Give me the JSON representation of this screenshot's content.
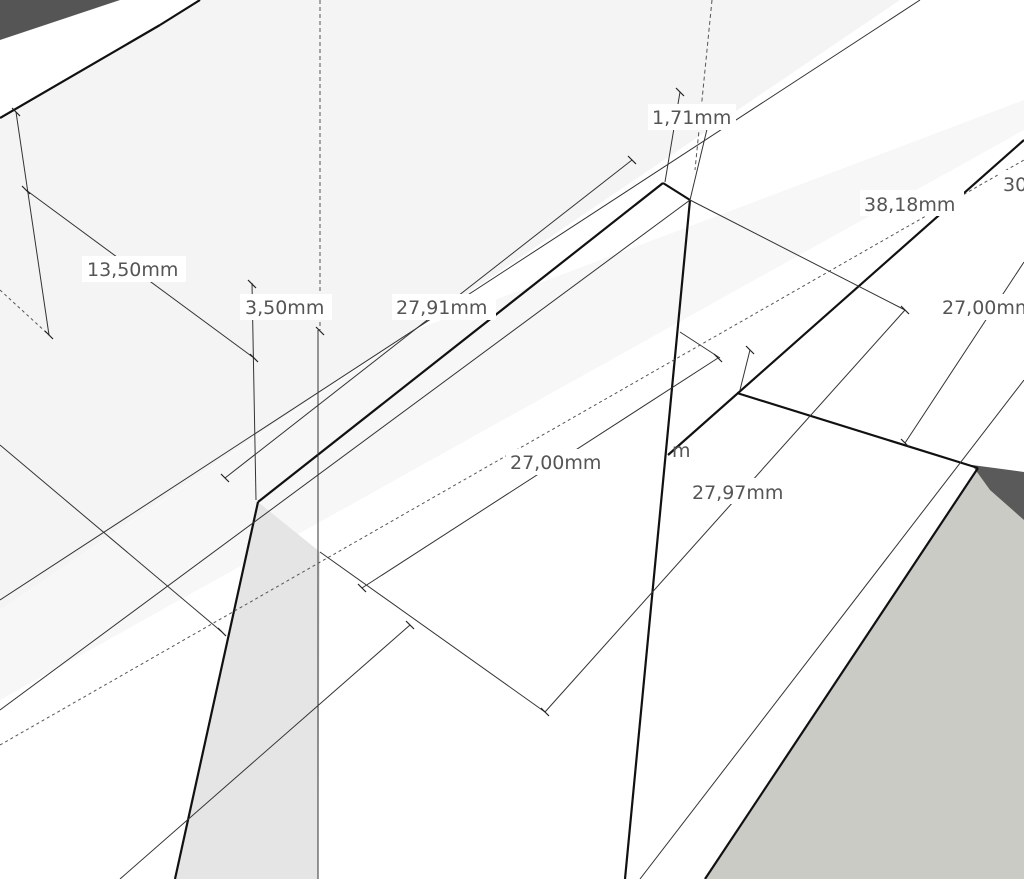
{
  "app": "3D modeling viewport",
  "colors": {
    "background": "#ffffff",
    "plane_light": "#f4f4f4",
    "plane_shaded": "#e5e5e5",
    "surface_gray": "#cbcbc6",
    "edge_dark": "#555555",
    "edge": "#111111",
    "guide": "#333333",
    "label": "#555555"
  },
  "dimensions": {
    "d1": "1,71mm",
    "d2": "13,50mm",
    "d3": "3,50mm",
    "d4": "27,91mm",
    "d5": "38,18mm",
    "d6": "30",
    "d7": "27,00mm",
    "d8": "27,00mm",
    "d9": "27,97mm",
    "d10": "m"
  }
}
